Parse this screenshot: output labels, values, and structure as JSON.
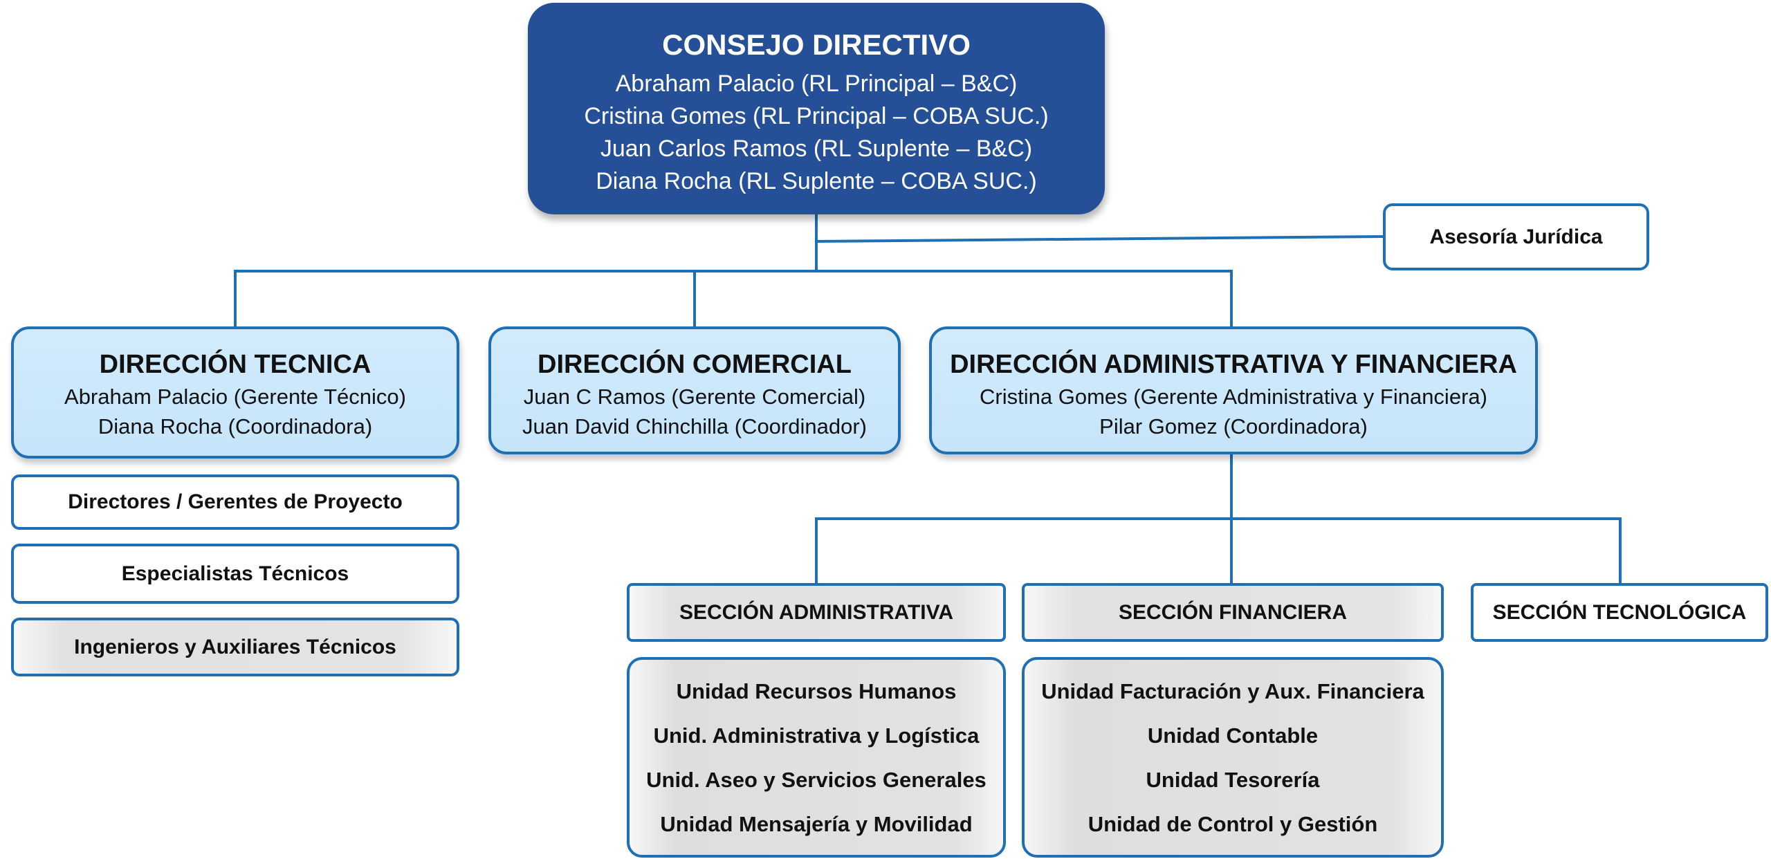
{
  "board": {
    "title": "CONSEJO DIRECTIVO",
    "members": [
      "Abraham Palacio (RL Principal – B&C)",
      "Cristina Gomes (RL Principal – COBA SUC.)",
      "Juan Carlos Ramos (RL Suplente – B&C)",
      "Diana Rocha (RL Suplente – COBA SUC.)"
    ]
  },
  "legal": {
    "label": "Asesoría Jurídica"
  },
  "tecnica": {
    "title": "DIRECCIÓN TECNICA",
    "members": [
      "Abraham Palacio (Gerente Técnico)",
      "Diana Rocha (Coordinadora)"
    ],
    "sub": [
      "Directores / Gerentes de Proyecto",
      "Especialistas Técnicos",
      "Ingenieros y Auxiliares Técnicos"
    ]
  },
  "comercial": {
    "title": "DIRECCIÓN COMERCIAL",
    "members": [
      "Juan C Ramos (Gerente Comercial)",
      "Juan David Chinchilla (Coordinador)"
    ]
  },
  "administrativa_financiera": {
    "title": "DIRECCIÓN ADMINISTRATIVA Y FINANCIERA",
    "members": [
      "Cristina Gomes (Gerente Administrativa y Financiera)",
      "Pilar Gomez (Coordinadora)"
    ]
  },
  "sec_admin": {
    "title": "SECCIÓN ADMINISTRATIVA",
    "units": [
      "Unidad Recursos Humanos",
      "Unid. Administrativa y Logística",
      "Unid. Aseo y Servicios Generales",
      "Unidad Mensajería y Movilidad"
    ]
  },
  "sec_fin": {
    "title": "SECCIÓN FINANCIERA",
    "units": [
      "Unidad Facturación y Aux. Financiera",
      "Unidad Contable",
      "Unidad Tesorería",
      "Unidad de Control y Gestión"
    ]
  },
  "sec_tec": {
    "title": "SECCIÓN TECNOLÓGICA"
  },
  "colors": {
    "board_fill": "#254f96",
    "direction_fill": "#cce7fb",
    "border": "#1f6fb4",
    "unit_fill": "#e2e2e2"
  }
}
